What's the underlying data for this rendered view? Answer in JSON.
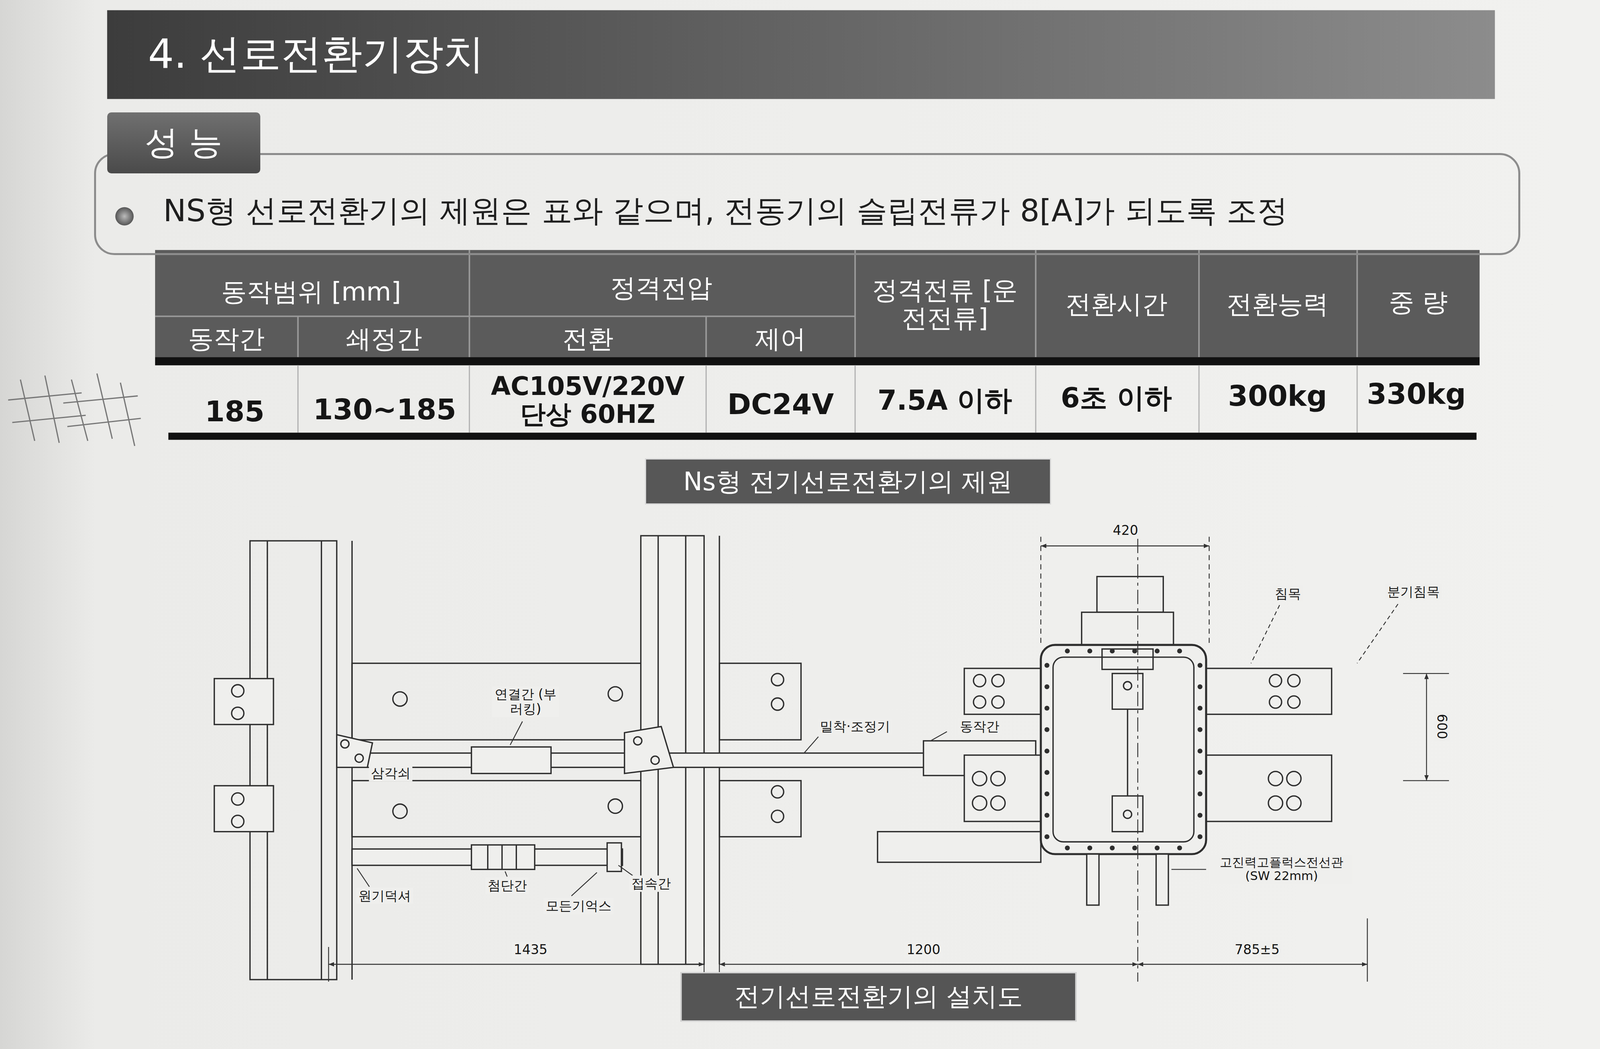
{
  "diagram": {
    "title": "4. 선로전환기장치",
    "caption": "전기선로전환기의 설치도",
    "nodes": [
      {
        "text": [
          "성 능"
        ]
      },
      {
        "text": [
          "NS형 선로전환기의 제원은 표와 같으며, 전동기의 슬립전류가 8[A]가 되도록 조정"
        ]
      },
      {
        "text": [
          "Ns형 전기선로전환기의 제원"
        ]
      }
    ],
    "labels": [
      "동작범위 [mm]",
      "동작간",
      "쇄정간",
      "정격전압",
      "전환",
      "제어",
      "정격전류 [운전전류]",
      "전환시간",
      "전환능력",
      "중 량",
      "185",
      "130~185",
      "AC105V/220V 단상 60HZ",
      "DC24V",
      "7.5A 이하",
      "6초 이하",
      "300kg",
      "330kg",
      "420",
      "침목",
      "분기침목",
      "연결간 (부러킹)",
      "삼각쇠",
      "밀착·조정기",
      "동작간",
      "600",
      "고진력고플럭스전선관 (SW 22mm)",
      "원기덕셔",
      "첨단간",
      "모든기억스",
      "접속간",
      "1435",
      "1200",
      "785±5"
    ]
  }
}
